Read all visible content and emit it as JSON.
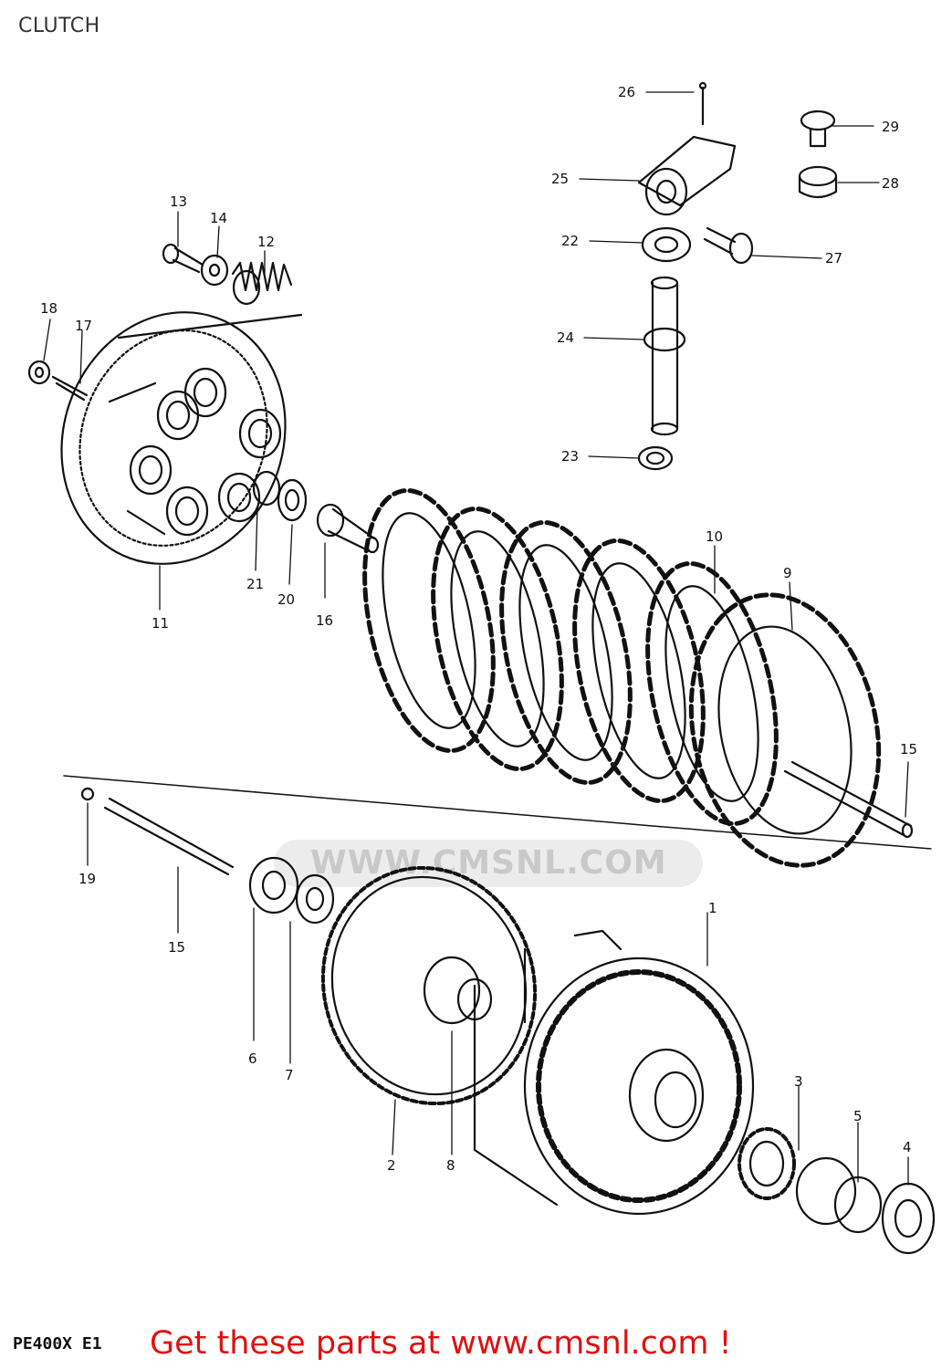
{
  "title": "CLUTCH",
  "model_code": "PE400X E1",
  "cta": "Get these parts at www.cmsnl.com !",
  "watermark": "WWW.CMSNL.COM",
  "colors": {
    "cta": "#e01010",
    "line": "#111111",
    "watermark": "#c8c8c8"
  },
  "callouts": [
    "1",
    "2",
    "3",
    "4",
    "5",
    "6",
    "7",
    "8",
    "9",
    "10",
    "11",
    "12",
    "13",
    "14",
    "15",
    "15",
    "16",
    "17",
    "18",
    "19",
    "20",
    "21",
    "22",
    "23",
    "24",
    "25",
    "26",
    "27",
    "28",
    "29"
  ]
}
